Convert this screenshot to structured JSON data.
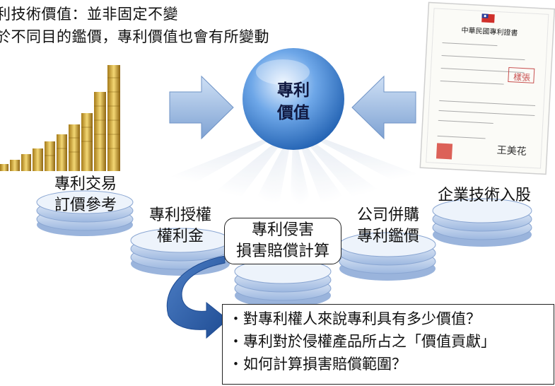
{
  "header": {
    "line1": "利技術價值：並非固定不變",
    "line2": "於不同目的鑑價，專利價值也會有所變動"
  },
  "center": {
    "line1": "專利",
    "line2": "價值"
  },
  "stacks": [
    {
      "id": "trade",
      "line1": "專利交易",
      "line2": "訂價參考"
    },
    {
      "id": "license",
      "line1": "專利授權",
      "line2": "權利金"
    },
    {
      "id": "infringe",
      "line1": "專利侵害",
      "line2": "損害賠償計算"
    },
    {
      "id": "merge",
      "line1": "公司併購",
      "line2": "專利鑑價"
    },
    {
      "id": "equity",
      "line1": "企業技術入股"
    }
  ],
  "certificate": {
    "title": "中華民國專利證書",
    "stamp": "樣張",
    "signature": "王美花"
  },
  "notes": [
    "・對專利權人來說專利具有多少價值？",
    "・專利對於侵權產品所占之「價值貢獻」",
    "・如何計算損害賠償範圍？"
  ],
  "colors": {
    "globe": "#3f7fd0",
    "arrow": "#8fb1dc",
    "disc": "#a9c2e6",
    "curve_arrow": "#2f5fa6"
  }
}
